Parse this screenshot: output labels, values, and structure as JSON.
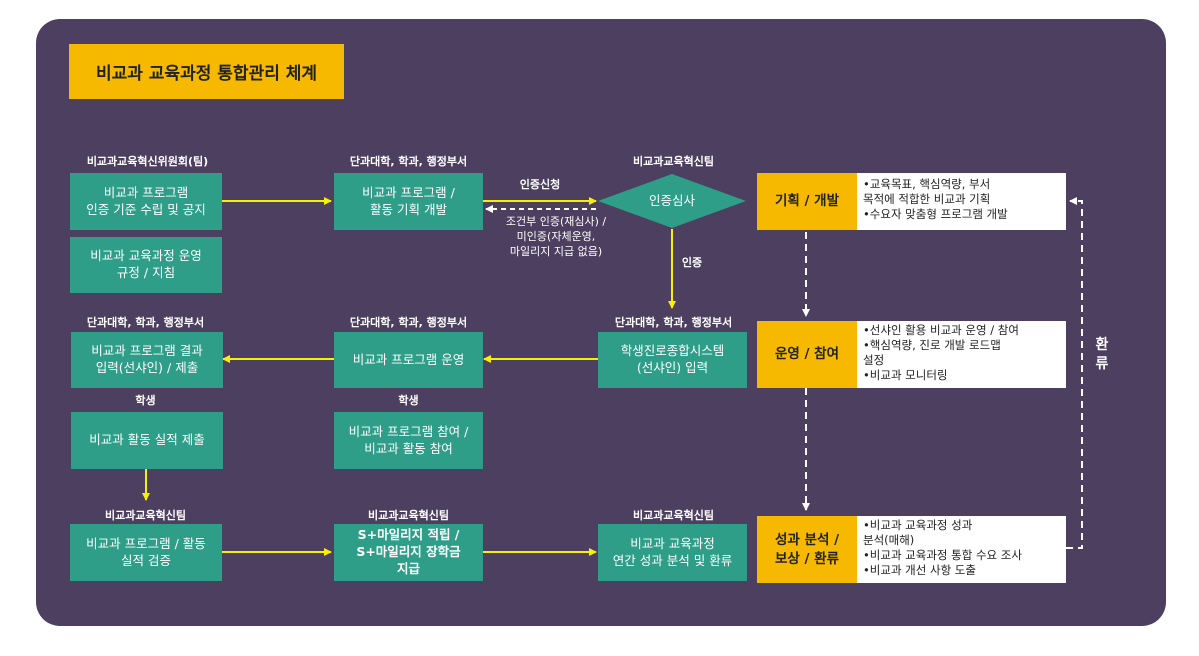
{
  "title": "비교과 교육과정 통합관리 체계",
  "headers": {
    "committee": "비교과교육혁신위원회(팀)",
    "dept_top": "단과대학, 학과, 행정부서",
    "innovation_top": "비교과교육혁신팀",
    "dept_mid_left": "단과대학, 학과, 행정부서",
    "dept_mid_center": "단과대학, 학과, 행정부서",
    "dept_mid_right": "단과대학, 학과, 행정부서",
    "student_left": "학생",
    "student_center": "학생",
    "innovation_bottom_left": "비교과교육혁신팀",
    "innovation_bottom_center": "비교과교육혁신팀",
    "innovation_bottom_right": "비교과교육혁신팀"
  },
  "boxes": {
    "cert_standard": "비교과 프로그램\n인증 기준 수립 및 공지",
    "operation_rules": "비교과 교육과정 운영\n규정 / 지침",
    "program_plan": "비교과 프로그램 /\n활동 기획 개발",
    "cert_review": "인증심사",
    "result_input": "비교과 프로그램 결과\n입력(선샤인) / 제출",
    "program_operation": "비교과  프로그램 운영",
    "student_system": "학생진로종합시스템\n(선샤인) 입력",
    "activity_submit": "비교과 활동 실적 제출",
    "program_participation": "비교과 프로그램 참여 /\n비교과 활동 참여",
    "activity_verify": "비교과 프로그램 / 활동\n실적 검증",
    "mileage": "S+마일리지 적립 /\nS+마일리지 장학금\n지급",
    "annual_analysis": "비교과 교육과정\n연간 성과 분석 및 환류"
  },
  "labels": {
    "cert_apply": "인증신청",
    "conditional": "조건부 인증(재심사) /\n미인증(자체운영,\n마일리지 지급 없음)",
    "certified": "인증",
    "feedback_loop": "환류"
  },
  "cycle": {
    "plan": {
      "title": "기획 / 개발",
      "items": [
        "•교육목표, 핵심역량, 부서\n 목적에 적합한 비교과 기획",
        "•수요자 맞춤형 프로그램 개발"
      ]
    },
    "operate": {
      "title": "운영 / 참여",
      "items": [
        "•선샤인 활용 비교과 운영 / 참여",
        "•핵심역량, 진로 개발 로드맵\n 설정",
        "•비교과 모니터링"
      ]
    },
    "evaluate": {
      "title": "성과 분석 /\n보상 / 환류",
      "items": [
        "•비교과 교육과정 성과\n 분석(매해)",
        "•비교과 교육과정 통합 수요 조사",
        "•비교과 개선 사항 도출"
      ]
    }
  },
  "colors": {
    "background_panel": "#4c3f5f",
    "accent_yellow": "#f7b900",
    "box_green": "#2e9e88",
    "arrow_yellow": "#f7f000",
    "dashed_white": "#ffffff"
  }
}
